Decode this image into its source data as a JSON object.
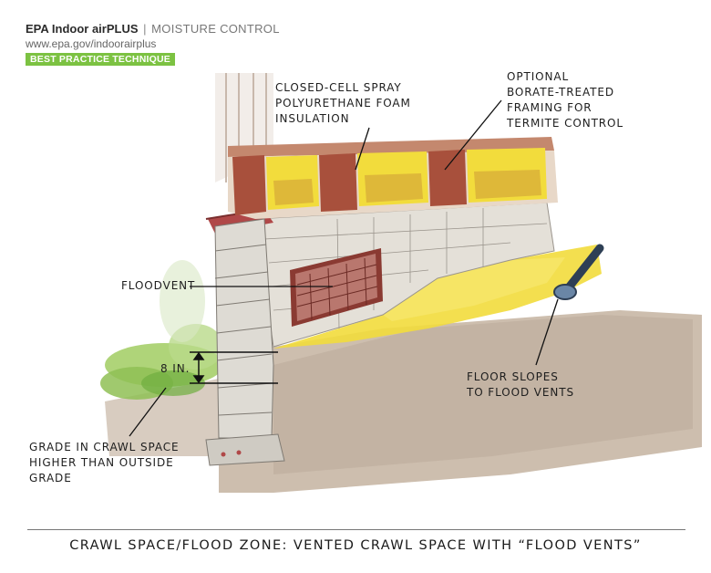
{
  "header": {
    "brand": "EPA Indoor airPLUS",
    "separator": "|",
    "category": "MOISTURE CONTROL",
    "url": "www.epa.gov/indoorairplus",
    "badge": "BEST PRACTICE TECHNIQUE",
    "badge_color": "#7cc242"
  },
  "labels": {
    "foam_line1": "CLOSED-CELL SPRAY",
    "foam_line2": "POLYURETHANE FOAM",
    "foam_line3": "INSULATION",
    "borate_line1": "OPTIONAL",
    "borate_line2": "BORATE-TREATED",
    "borate_line3": "FRAMING FOR",
    "borate_line4": "TERMITE CONTROL",
    "floodvent": "FLOODVENT",
    "dimension": "8 IN.",
    "slope_line1": "FLOOR SLOPES",
    "slope_line2": "TO FLOOD VENTS",
    "grade_line1": "GRADE IN CRAWL SPACE",
    "grade_line2": "HIGHER THAN OUTSIDE",
    "grade_line3": "GRADE"
  },
  "caption": "CRAWL SPACE/FLOOD ZONE: VENTED CRAWL SPACE WITH “FLOOD VENTS”",
  "colors": {
    "insulation": "#f2dc3c",
    "framing": "#a8503c",
    "vent": "#8a3a32",
    "block": "#dedbd4",
    "grass": "#8fbf55",
    "ground": "#c9b8a6"
  }
}
